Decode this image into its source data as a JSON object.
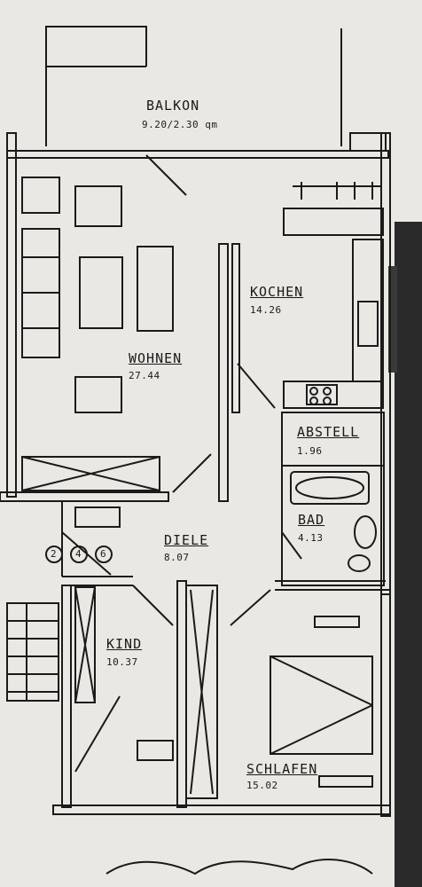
{
  "rooms": {
    "balkon": {
      "name": "BALKON",
      "area": "9.20/2.30 qm"
    },
    "kochen": {
      "name": "KOCHEN",
      "area": "14.26"
    },
    "wohnen": {
      "name": "WOHNEN",
      "area": "27.44"
    },
    "abstell": {
      "name": "ABSTELL",
      "area": "1.96"
    },
    "bad": {
      "name": "BAD",
      "area": "4.13"
    },
    "diele": {
      "name": "DIELE",
      "area": "8.07"
    },
    "kind": {
      "name": "KIND",
      "area": "10.37"
    },
    "schlafen": {
      "name": "SCHLAFEN",
      "area": "15.02"
    }
  },
  "stair_markers": [
    "2",
    "4",
    "6"
  ],
  "colors": {
    "paper": "#e9e8e4",
    "ink": "#1a1a1a",
    "dark_edge": "#2a2a2a"
  }
}
